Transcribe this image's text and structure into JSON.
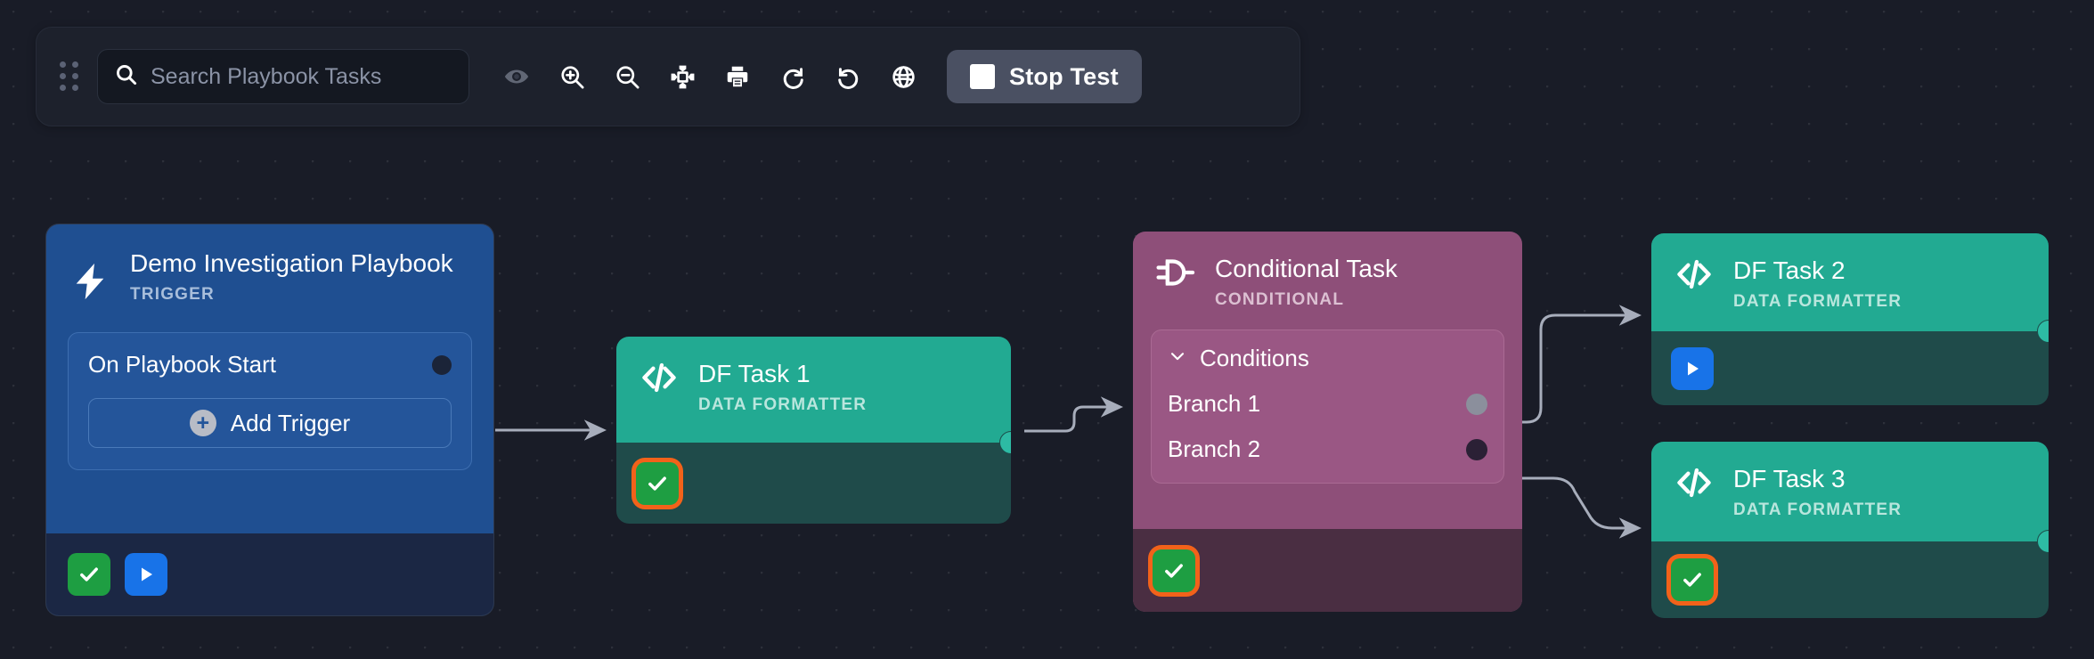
{
  "toolbar": {
    "grip_icon": "drag-grip-icon",
    "search": {
      "placeholder": "Search Playbook Tasks",
      "value": "",
      "icon": "search-icon"
    },
    "buttons": [
      {
        "name": "toggle-visibility",
        "icon": "eye-icon",
        "label": ""
      },
      {
        "name": "zoom-in",
        "icon": "zoom-in-icon",
        "label": ""
      },
      {
        "name": "zoom-out",
        "icon": "zoom-out-icon",
        "label": ""
      },
      {
        "name": "fit-to-screen",
        "icon": "fit-screen-icon",
        "label": ""
      },
      {
        "name": "print",
        "icon": "printer-icon",
        "label": ""
      },
      {
        "name": "redo",
        "icon": "redo-icon",
        "label": ""
      },
      {
        "name": "undo",
        "icon": "undo-icon",
        "label": ""
      },
      {
        "name": "globe",
        "icon": "globe-icon",
        "label": ""
      }
    ],
    "stop_test": {
      "label": "Stop Test",
      "icon": "stop-square-icon"
    }
  },
  "colors": {
    "canvas_bg": "#191c27",
    "trigger_blue": "#1f4f91",
    "data_formatter_teal": "#22aa92",
    "conditional_purple": "#8e4f79",
    "status_success": "#1e9e42",
    "status_run": "#1873e8",
    "highlight_ring": "#f2621a",
    "edge_grey": "#a7adbb"
  },
  "nodes": {
    "trigger": {
      "title": "Demo Investigation Playbook",
      "subtitle": "TRIGGER",
      "icon": "lightning-bolt-icon",
      "trigger_row_label": "On Playbook Start",
      "add_trigger_label": "Add Trigger",
      "badges": [
        {
          "name": "status-success-badge",
          "icon": "check-icon",
          "highlighted": false
        },
        {
          "name": "run-task-badge",
          "icon": "play-icon",
          "highlighted": false
        }
      ]
    },
    "df1": {
      "title": "DF Task 1",
      "subtitle": "DATA FORMATTER",
      "icon": "code-brackets-icon",
      "badges": [
        {
          "name": "status-success-badge",
          "icon": "check-icon",
          "highlighted": true
        }
      ]
    },
    "conditional": {
      "title": "Conditional Task",
      "subtitle": "CONDITIONAL",
      "icon": "conditional-plug-icon",
      "conditions_label": "Conditions",
      "collapse_icon": "chevron-down-icon",
      "branches": [
        {
          "label": "Branch 1",
          "dot": "grey"
        },
        {
          "label": "Branch 2",
          "dot": "dark"
        }
      ],
      "badges": [
        {
          "name": "status-success-badge",
          "icon": "check-icon",
          "highlighted": true
        }
      ]
    },
    "df2": {
      "title": "DF Task 2",
      "subtitle": "DATA FORMATTER",
      "icon": "code-brackets-icon",
      "badges": [
        {
          "name": "run-task-badge",
          "icon": "play-icon",
          "highlighted": false
        }
      ]
    },
    "df3": {
      "title": "DF Task 3",
      "subtitle": "DATA FORMATTER",
      "icon": "code-brackets-icon",
      "badges": [
        {
          "name": "status-success-badge",
          "icon": "check-icon",
          "highlighted": true
        }
      ]
    }
  }
}
